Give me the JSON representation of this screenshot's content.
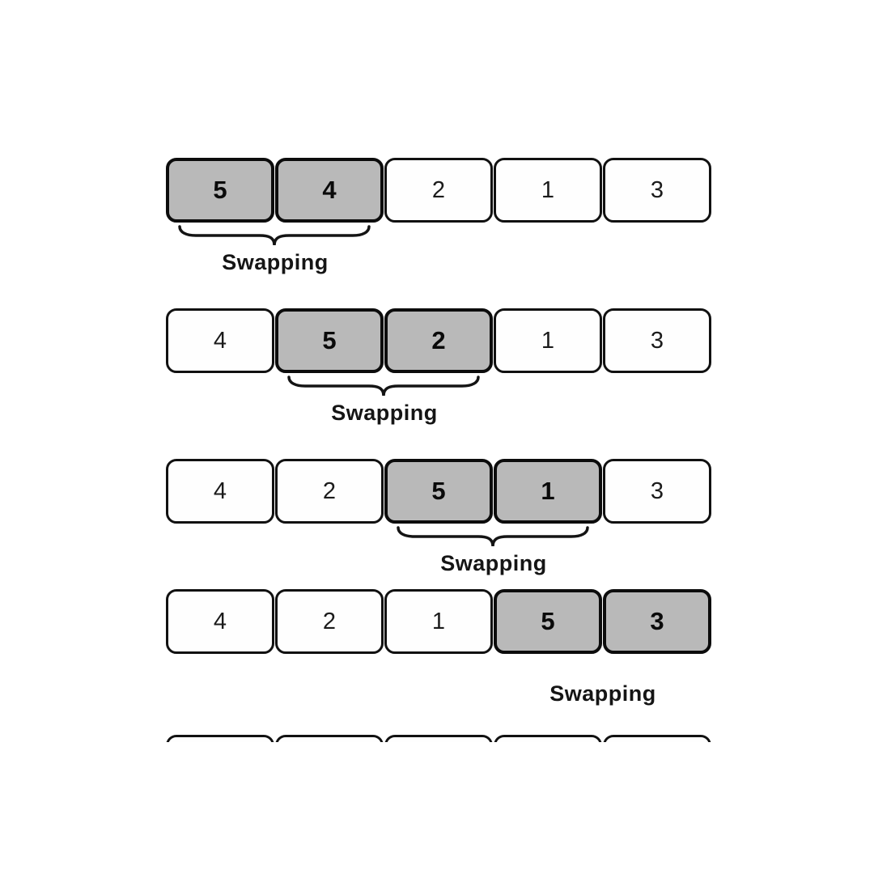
{
  "diagram": {
    "description_label": "Swapping",
    "colors": {
      "highlight_fill": "#b9b9b9",
      "cell_fill": "#fefefe",
      "border": "#111111",
      "label_text": "#151515"
    },
    "rows": [
      {
        "values": [
          "5",
          "4",
          "2",
          "1",
          "3"
        ],
        "highlight": [
          0,
          1
        ],
        "brace": true,
        "label": "Swapping",
        "partial": false
      },
      {
        "values": [
          "4",
          "5",
          "2",
          "1",
          "3"
        ],
        "highlight": [
          1,
          2
        ],
        "brace": true,
        "label": "Swapping",
        "partial": false
      },
      {
        "values": [
          "4",
          "2",
          "5",
          "1",
          "3"
        ],
        "highlight": [
          2,
          3
        ],
        "brace": true,
        "label": "Swapping",
        "partial": false
      },
      {
        "values": [
          "4",
          "2",
          "1",
          "5",
          "3"
        ],
        "highlight": [
          3,
          4
        ],
        "brace": false,
        "label": "Swapping",
        "partial": false
      },
      {
        "values": [
          "",
          "",
          "",
          "",
          ""
        ],
        "highlight": [],
        "brace": false,
        "label": null,
        "partial": true
      }
    ]
  }
}
